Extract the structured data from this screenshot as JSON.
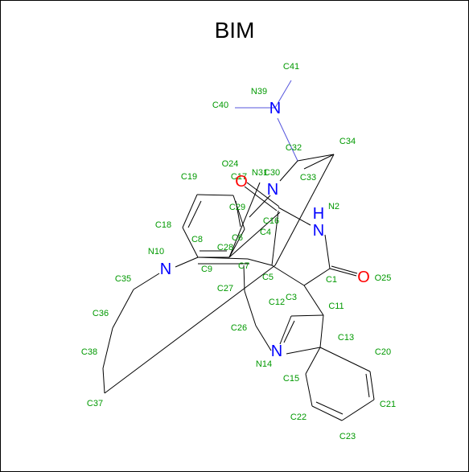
{
  "title": "BIM",
  "colors": {
    "carbon": "#009900",
    "nitrogen": "#0000ff",
    "oxygen": "#ff0000",
    "bond": "#000000",
    "nbond": "#5555dd"
  },
  "heteroatoms": [
    {
      "id": "n39",
      "text": "N",
      "element": "N"
    },
    {
      "id": "n31",
      "text": "N",
      "element": "N"
    },
    {
      "id": "n2",
      "text": "N",
      "element": "N"
    },
    {
      "id": "h2",
      "text": "H",
      "element": "N"
    },
    {
      "id": "n10",
      "text": "N",
      "element": "N"
    },
    {
      "id": "n14",
      "text": "N",
      "element": "N"
    },
    {
      "id": "o24",
      "text": "O",
      "element": "O"
    },
    {
      "id": "o25",
      "text": "O",
      "element": "O"
    }
  ],
  "labels": [
    {
      "id": "C41",
      "text": "C41"
    },
    {
      "id": "N39",
      "text": "N39"
    },
    {
      "id": "C40",
      "text": "C40"
    },
    {
      "id": "C34",
      "text": "C34"
    },
    {
      "id": "C32",
      "text": "C32"
    },
    {
      "id": "O24",
      "text": "O24"
    },
    {
      "id": "C17",
      "text": "C17"
    },
    {
      "id": "N31",
      "text": "N31"
    },
    {
      "id": "C30",
      "text": "C30"
    },
    {
      "id": "C33",
      "text": "C33"
    },
    {
      "id": "C19",
      "text": "C19"
    },
    {
      "id": "N2",
      "text": "N2"
    },
    {
      "id": "C29",
      "text": "C29"
    },
    {
      "id": "C16",
      "text": "C16"
    },
    {
      "id": "C4",
      "text": "C4"
    },
    {
      "id": "C18",
      "text": "C18"
    },
    {
      "id": "C8",
      "text": "C8"
    },
    {
      "id": "C6",
      "text": "C6"
    },
    {
      "id": "C28",
      "text": "C28"
    },
    {
      "id": "N10",
      "text": "N10"
    },
    {
      "id": "C9",
      "text": "C9"
    },
    {
      "id": "C7",
      "text": "C7"
    },
    {
      "id": "C1",
      "text": "C1"
    },
    {
      "id": "O25",
      "text": "O25"
    },
    {
      "id": "C35",
      "text": "C35"
    },
    {
      "id": "C5",
      "text": "C5"
    },
    {
      "id": "C27",
      "text": "C27"
    },
    {
      "id": "C12",
      "text": "C12"
    },
    {
      "id": "C3",
      "text": "C3"
    },
    {
      "id": "C11",
      "text": "C11"
    },
    {
      "id": "C36",
      "text": "C36"
    },
    {
      "id": "C26",
      "text": "C26"
    },
    {
      "id": "C13",
      "text": "C13"
    },
    {
      "id": "C38",
      "text": "C38"
    },
    {
      "id": "C20",
      "text": "C20"
    },
    {
      "id": "N14",
      "text": "N14"
    },
    {
      "id": "C15",
      "text": "C15"
    },
    {
      "id": "C37",
      "text": "C37"
    },
    {
      "id": "C21",
      "text": "C21"
    },
    {
      "id": "C22",
      "text": "C22"
    },
    {
      "id": "C23",
      "text": "C23"
    }
  ]
}
